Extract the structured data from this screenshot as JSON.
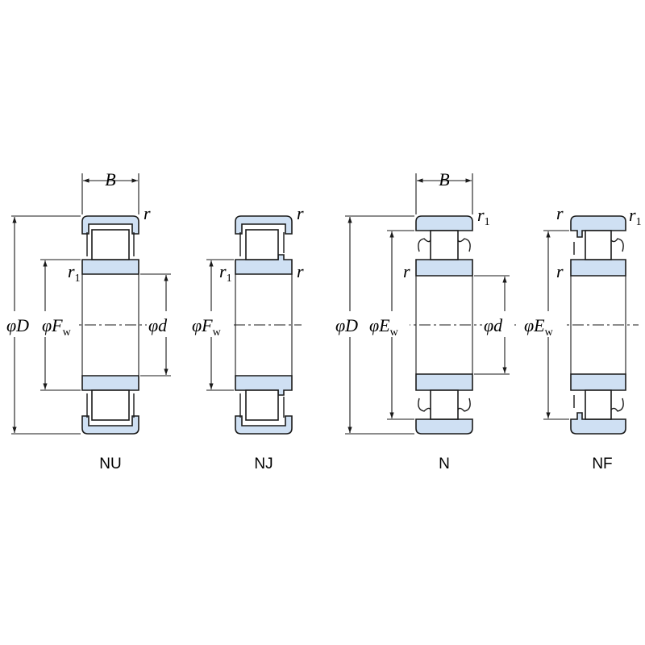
{
  "accent_color": "#cfe0f3",
  "labels": {
    "B": "B",
    "r": "r",
    "r1": "r",
    "r1_sub": "1",
    "phi": "φ",
    "D": "D",
    "d": "d",
    "F": "F",
    "E": "E",
    "w": "w"
  },
  "bearings": [
    {
      "type": "NU"
    },
    {
      "type": "NJ"
    },
    {
      "type": "N"
    },
    {
      "type": "NF"
    }
  ]
}
